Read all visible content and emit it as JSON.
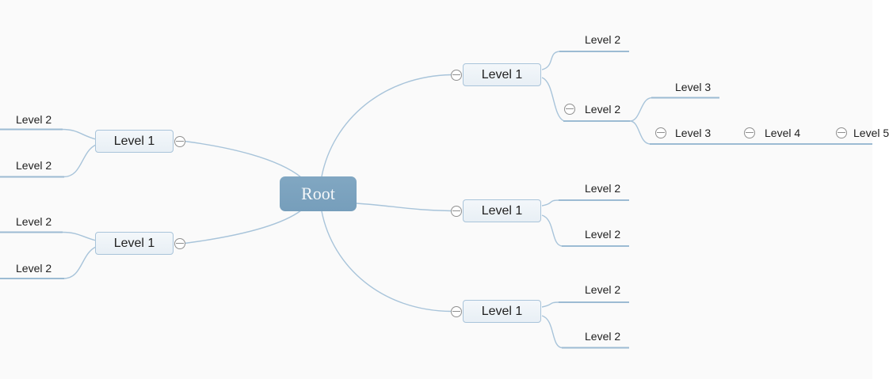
{
  "colors": {
    "canvas_bg": "#fafafa",
    "branch": "#a8c4da",
    "branch_strong": "#9cbbd3",
    "node_border": "#a9c4da",
    "node_fill": "#edf3f8",
    "node_text": "#1f1f1f",
    "root_fill": "#7ba2bf",
    "root_text": "#f4f7f9",
    "icon": "#8f8f8f"
  },
  "icon_glyph": "minus-circle",
  "mindmap": {
    "root": {
      "label": "Root"
    },
    "left": [
      {
        "label": "Level 1",
        "children": [
          {
            "label": "Level 2"
          },
          {
            "label": "Level 2"
          }
        ]
      },
      {
        "label": "Level 1",
        "children": [
          {
            "label": "Level 2"
          },
          {
            "label": "Level 2"
          }
        ]
      }
    ],
    "right": [
      {
        "label": "Level 1",
        "children": [
          {
            "label": "Level 2"
          },
          {
            "label": "Level 2",
            "children": [
              {
                "label": "Level 3"
              },
              {
                "label": "Level 3",
                "children": [
                  {
                    "label": "Level 4",
                    "children": [
                      {
                        "label": "Level 5"
                      }
                    ]
                  }
                ]
              }
            ]
          }
        ]
      },
      {
        "label": "Level 1",
        "children": [
          {
            "label": "Level 2"
          },
          {
            "label": "Level 2"
          }
        ]
      },
      {
        "label": "Level 1",
        "children": [
          {
            "label": "Level 2"
          },
          {
            "label": "Level 2"
          }
        ]
      }
    ]
  }
}
